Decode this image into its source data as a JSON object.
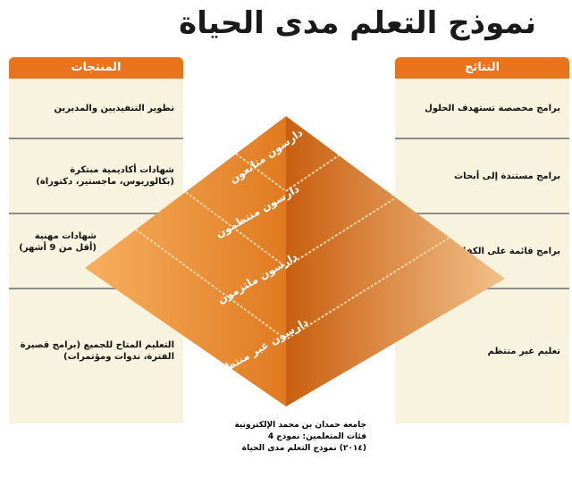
{
  "title": "نموذج التعلم مدى الحياة",
  "left_panel": {
    "header": "المنتجات",
    "rows": [
      "تطوير التنفيذيين والمديرين",
      "شهادات أكاديمية مبتكرة (بكالوريوس، ماجستير، دكتوراة)",
      "شهادات مهنية (أقل من 9 أشهر)",
      "التعليم المتاح للجميع (برامج قصيرة الفترة، ندوات ومؤتمرات)"
    ]
  },
  "right_panel": {
    "header": "النتائج",
    "rows": [
      "برامج مخصصة تستهدف الحلول",
      "برامج مستندة إلى أبحاث",
      "برامج قائمة على الكفاءات",
      "تعليم غير منتظم"
    ]
  },
  "pyramid": {
    "levels": [
      "دارسون متابعون",
      "دارسون منتظمون",
      "دارسون ملتزمون",
      "دارسون غير منتظمين"
    ]
  },
  "footer": [
    "جامعة حمدان بن محمد الإلكترونية",
    "فئات المتعلمين: نموذج 4",
    "(٢٠١٤) نموذج التعلم مدى الحياة"
  ],
  "colors": {
    "accent": "#e8741e",
    "panel": "#f8f3df"
  }
}
